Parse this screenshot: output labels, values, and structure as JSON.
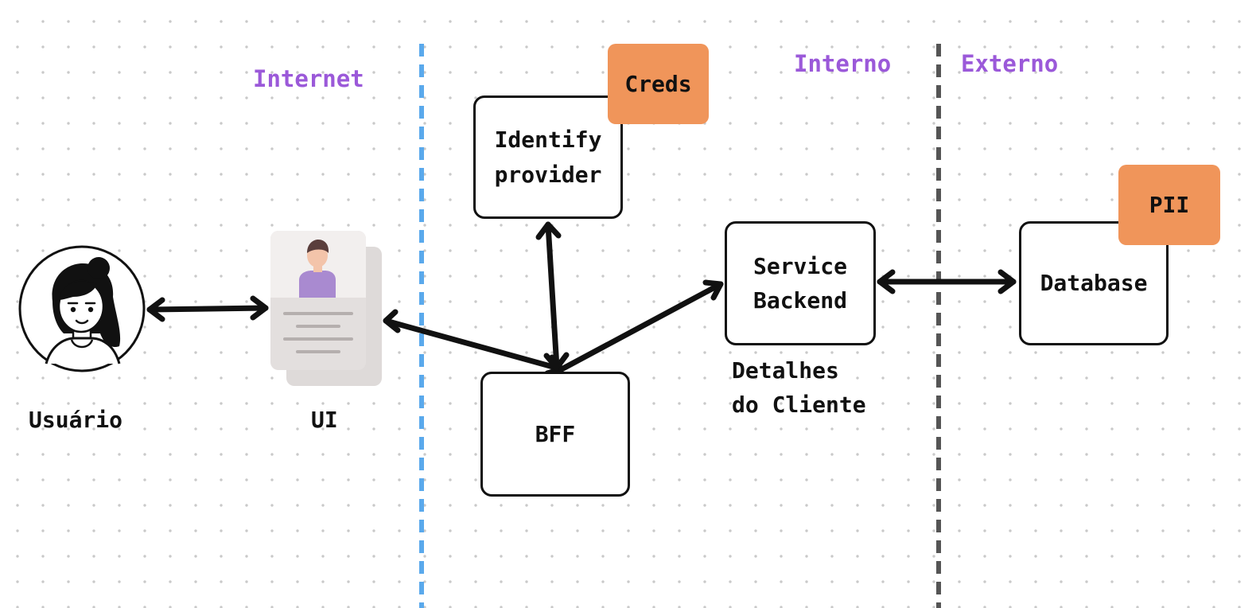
{
  "zones": {
    "internet": "Internet",
    "interno": "Interno",
    "externo": "Externo"
  },
  "nodes": {
    "identity_provider": "Identify\nprovider",
    "bff": "BFF",
    "service_backend": "Service\nBackend",
    "database": "Database"
  },
  "tags": {
    "creds": "Creds",
    "pii": "PII"
  },
  "captions": {
    "usuario": "Usuário",
    "ui": "UI",
    "detalhes": "Detalhes\ndo Cliente"
  },
  "icons": {
    "user": "user-avatar-icon",
    "ui": "profile-card-icon"
  },
  "colors": {
    "zone_label": "#9b59d9",
    "tag_fill": "#f0955a",
    "internet_boundary": "#5aa9ec",
    "internal_boundary": "#555555",
    "arrow": "#111111"
  }
}
